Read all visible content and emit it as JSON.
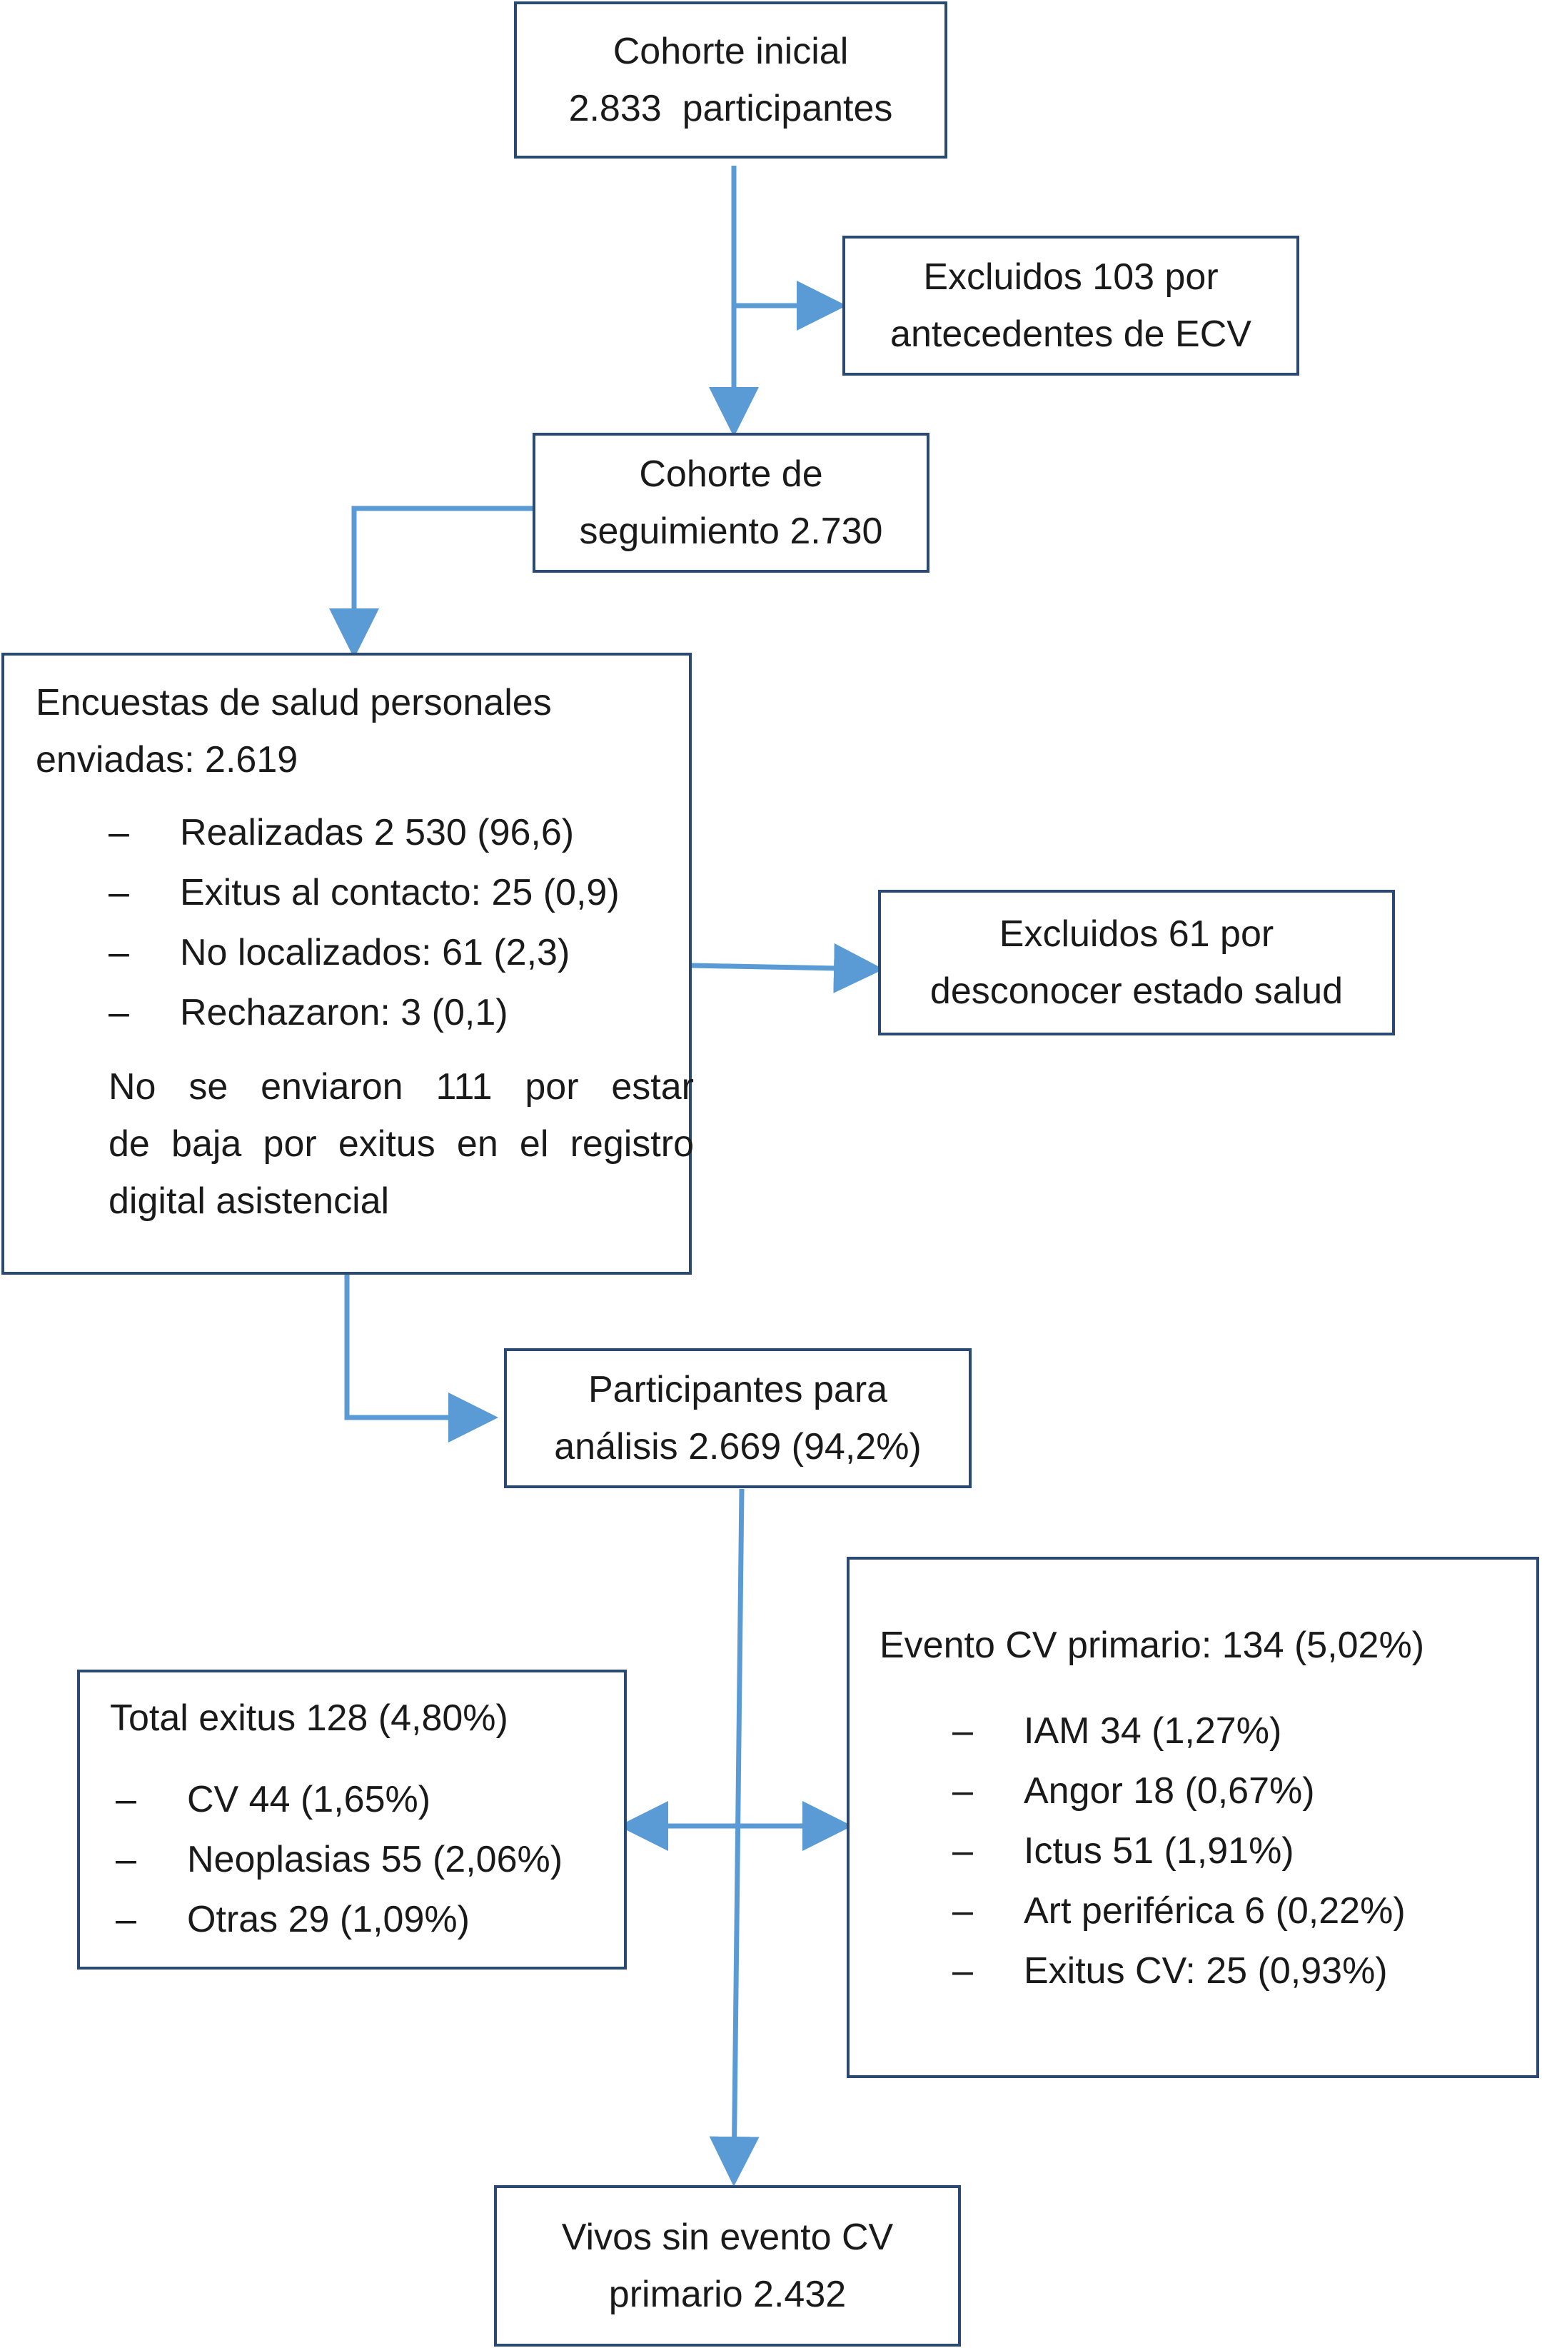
{
  "boxes": {
    "initial": {
      "line1": "Cohorte inicial",
      "line2": "2.833  participantes"
    },
    "excluded_ecv": {
      "line1": "Excluidos 103 por",
      "line2": "antecedentes de ECV"
    },
    "followup": {
      "line1": "Cohorte de",
      "line2": "seguimiento 2.730"
    },
    "surveys": {
      "title_line1": "Encuestas de salud personales",
      "title_line2": "enviadas: 2.619",
      "items": [
        {
          "dash": "–",
          "text": "Realizadas 2 530 (96,6)"
        },
        {
          "dash": "–",
          "text": "Exitus al contacto: 25 (0,9)"
        },
        {
          "dash": "–",
          "text": "No localizados: 61 (2,3)"
        },
        {
          "dash": "–",
          "text": "Rechazaron: 3 (0,1)"
        }
      ],
      "note_line1": "No se enviaron 111 por estar",
      "note_line2": "de baja por exitus en el registro",
      "note_line3": "digital asistencial"
    },
    "excluded_health": {
      "line1": "Excluidos 61 por",
      "line2": "desconocer estado salud"
    },
    "analysis": {
      "line1": "Participantes para",
      "line2": "análisis 2.669 (94,2%)"
    },
    "deaths": {
      "title": "Total exitus 128 (4,80%)",
      "items": [
        {
          "dash": "–",
          "text": "CV 44 (1,65%)"
        },
        {
          "dash": "–",
          "text": "Neoplasias 55 (2,06%)"
        },
        {
          "dash": "–",
          "text": "Otras 29 (1,09%)"
        }
      ]
    },
    "cv_event": {
      "title": "Evento CV primario: 134 (5,02%)",
      "items": [
        {
          "dash": "–",
          "text": "IAM 34 (1,27%)"
        },
        {
          "dash": "–",
          "text": "Angor 18 (0,67%)"
        },
        {
          "dash": "–",
          "text": "Ictus 51 (1,91%)"
        },
        {
          "dash": "–",
          "text": "Art periférica 6 (0,22%)"
        },
        {
          "dash": "–",
          "text": "Exitus CV: 25 (0,93%)"
        }
      ]
    },
    "alive": {
      "line1": "Vivos sin evento CV",
      "line2": "primario 2.432"
    }
  },
  "colors": {
    "arrow": "#5b9bd5",
    "border": "#2a4a72",
    "text": "#1a1a1a"
  }
}
